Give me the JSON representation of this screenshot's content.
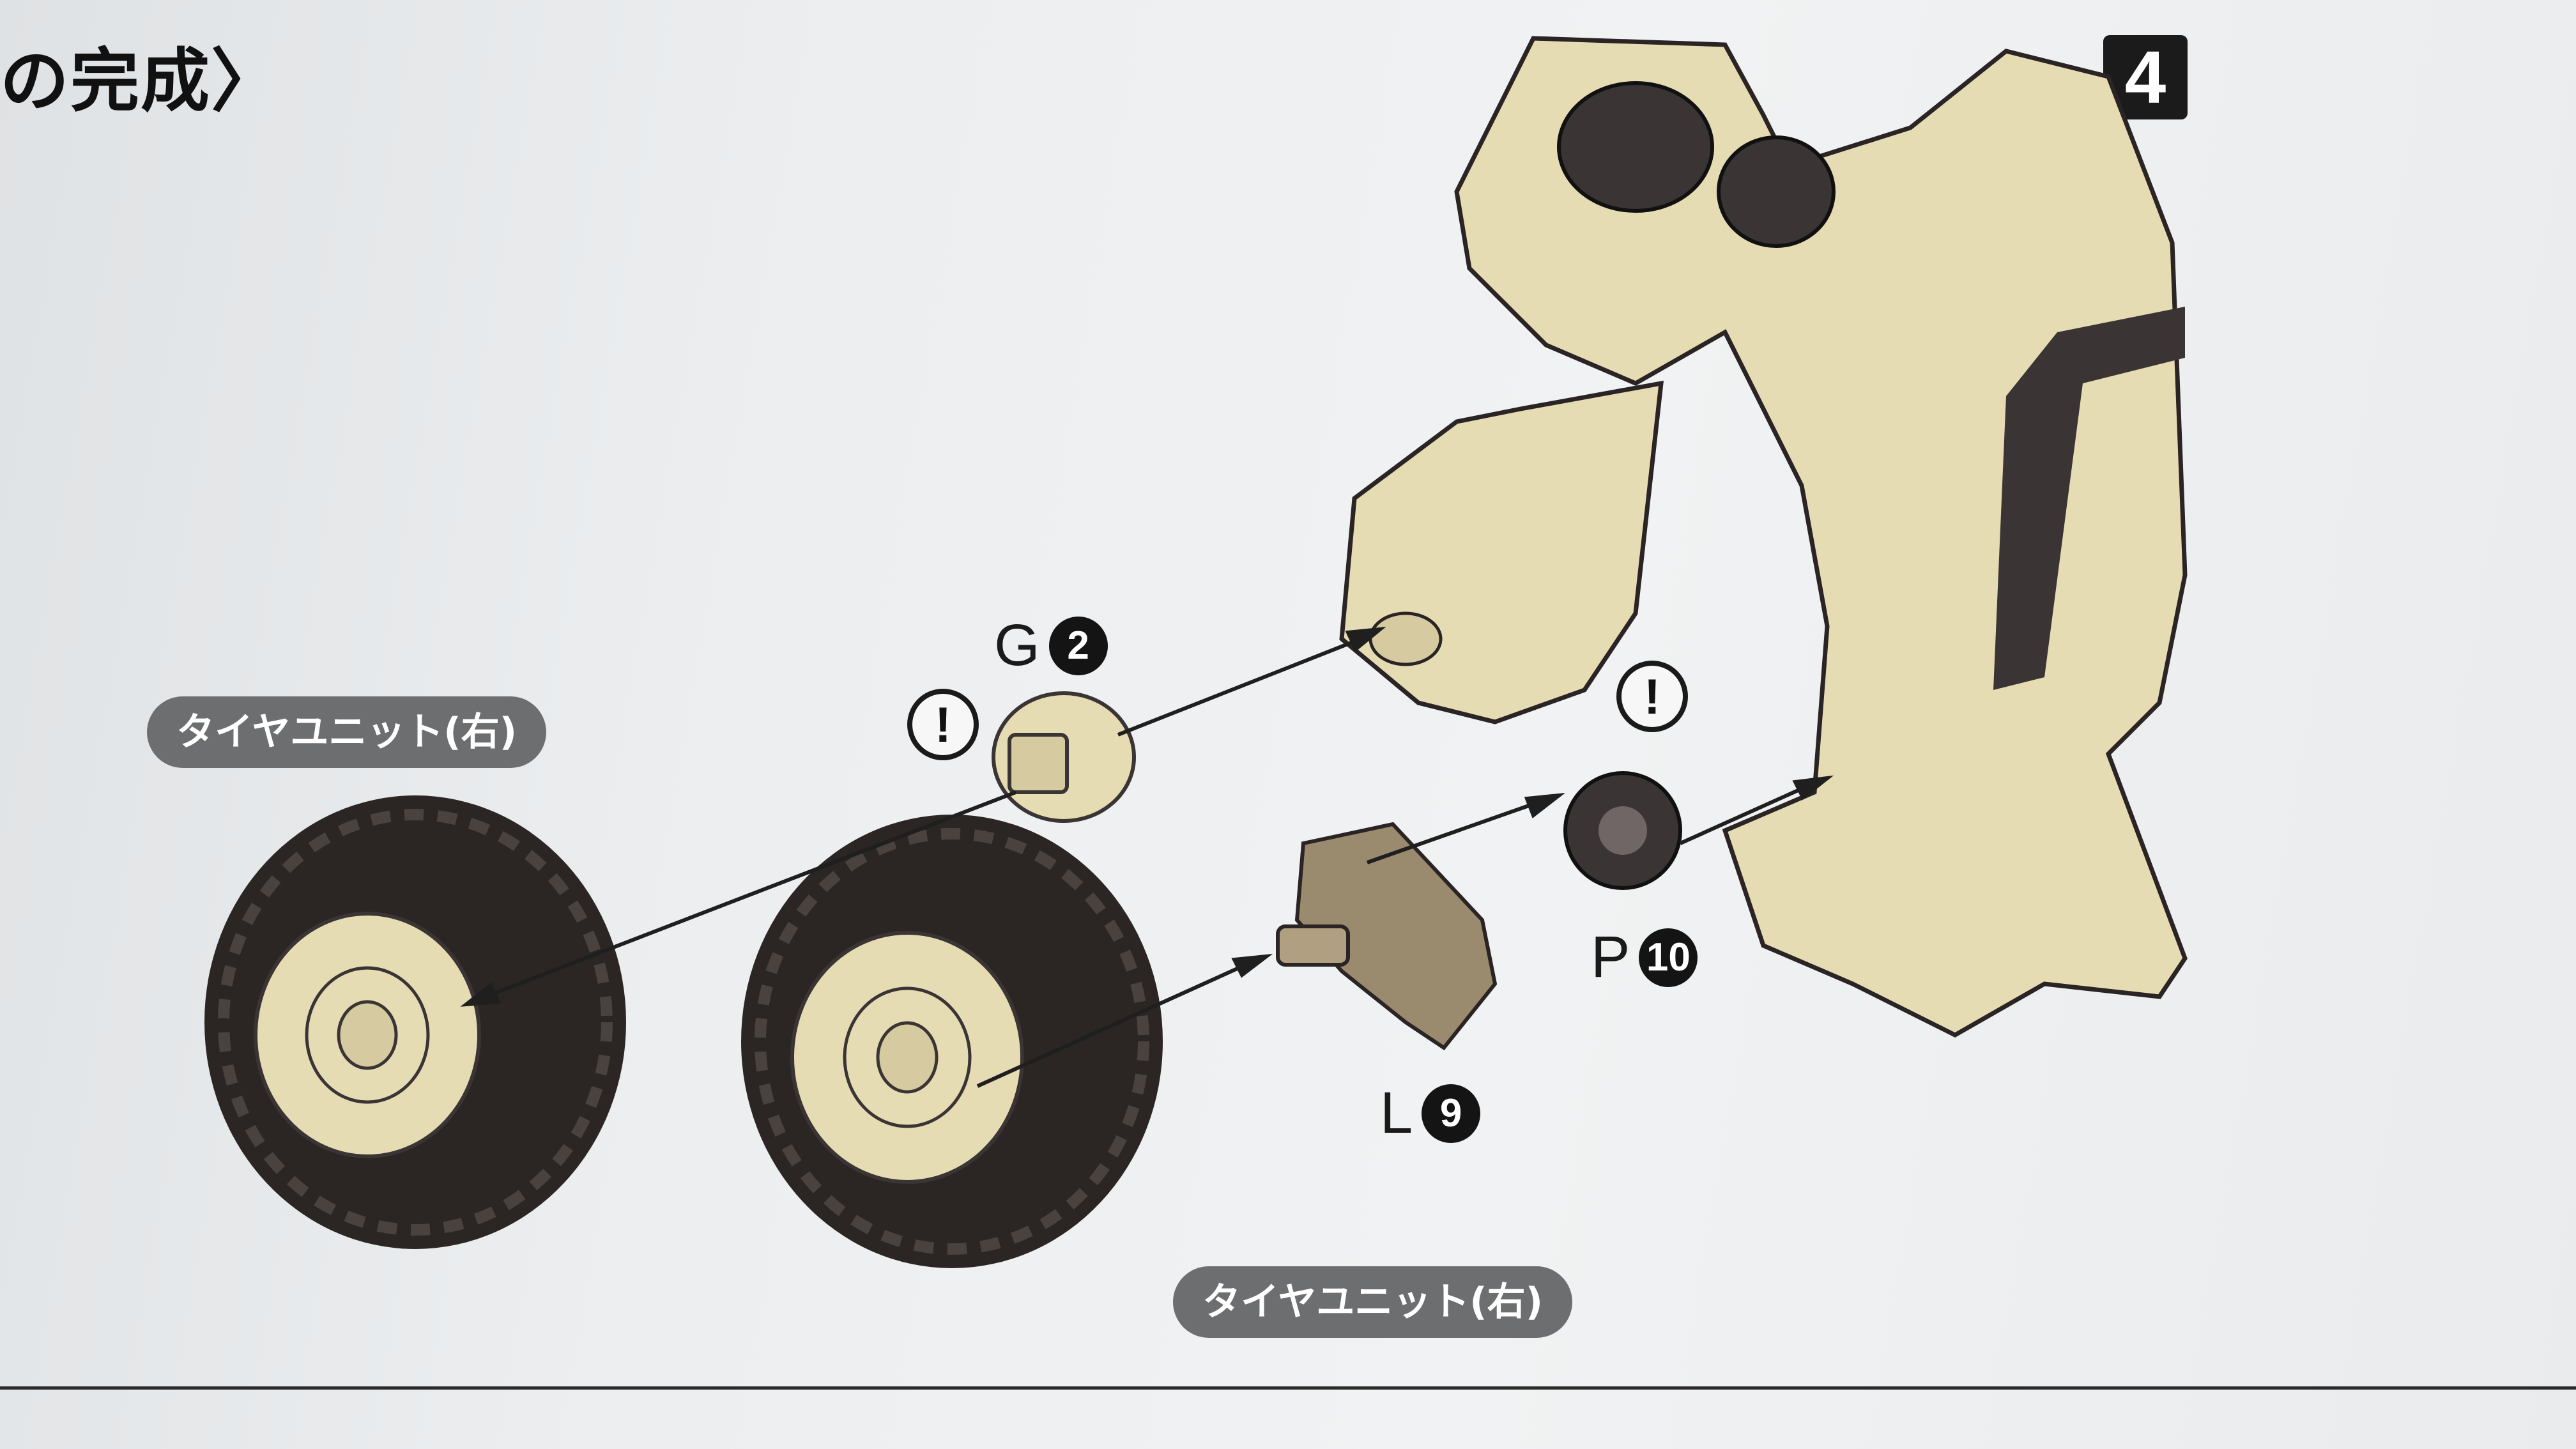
{
  "heading": "の完成〉",
  "step_number": "4",
  "tire_labels": [
    "タイヤユニット(右)",
    "タイヤユニット(右)"
  ],
  "parts": {
    "g": {
      "letter": "G",
      "number": "2"
    },
    "p": {
      "letter": "P",
      "number": "10"
    },
    "l": {
      "letter": "L",
      "number": "9"
    }
  },
  "warning_symbol": "!",
  "colors": {
    "beige": "#e6dcb4",
    "tire": "#2b2624",
    "dark_part": "#3a3434",
    "badge": "#6c6e6f"
  }
}
